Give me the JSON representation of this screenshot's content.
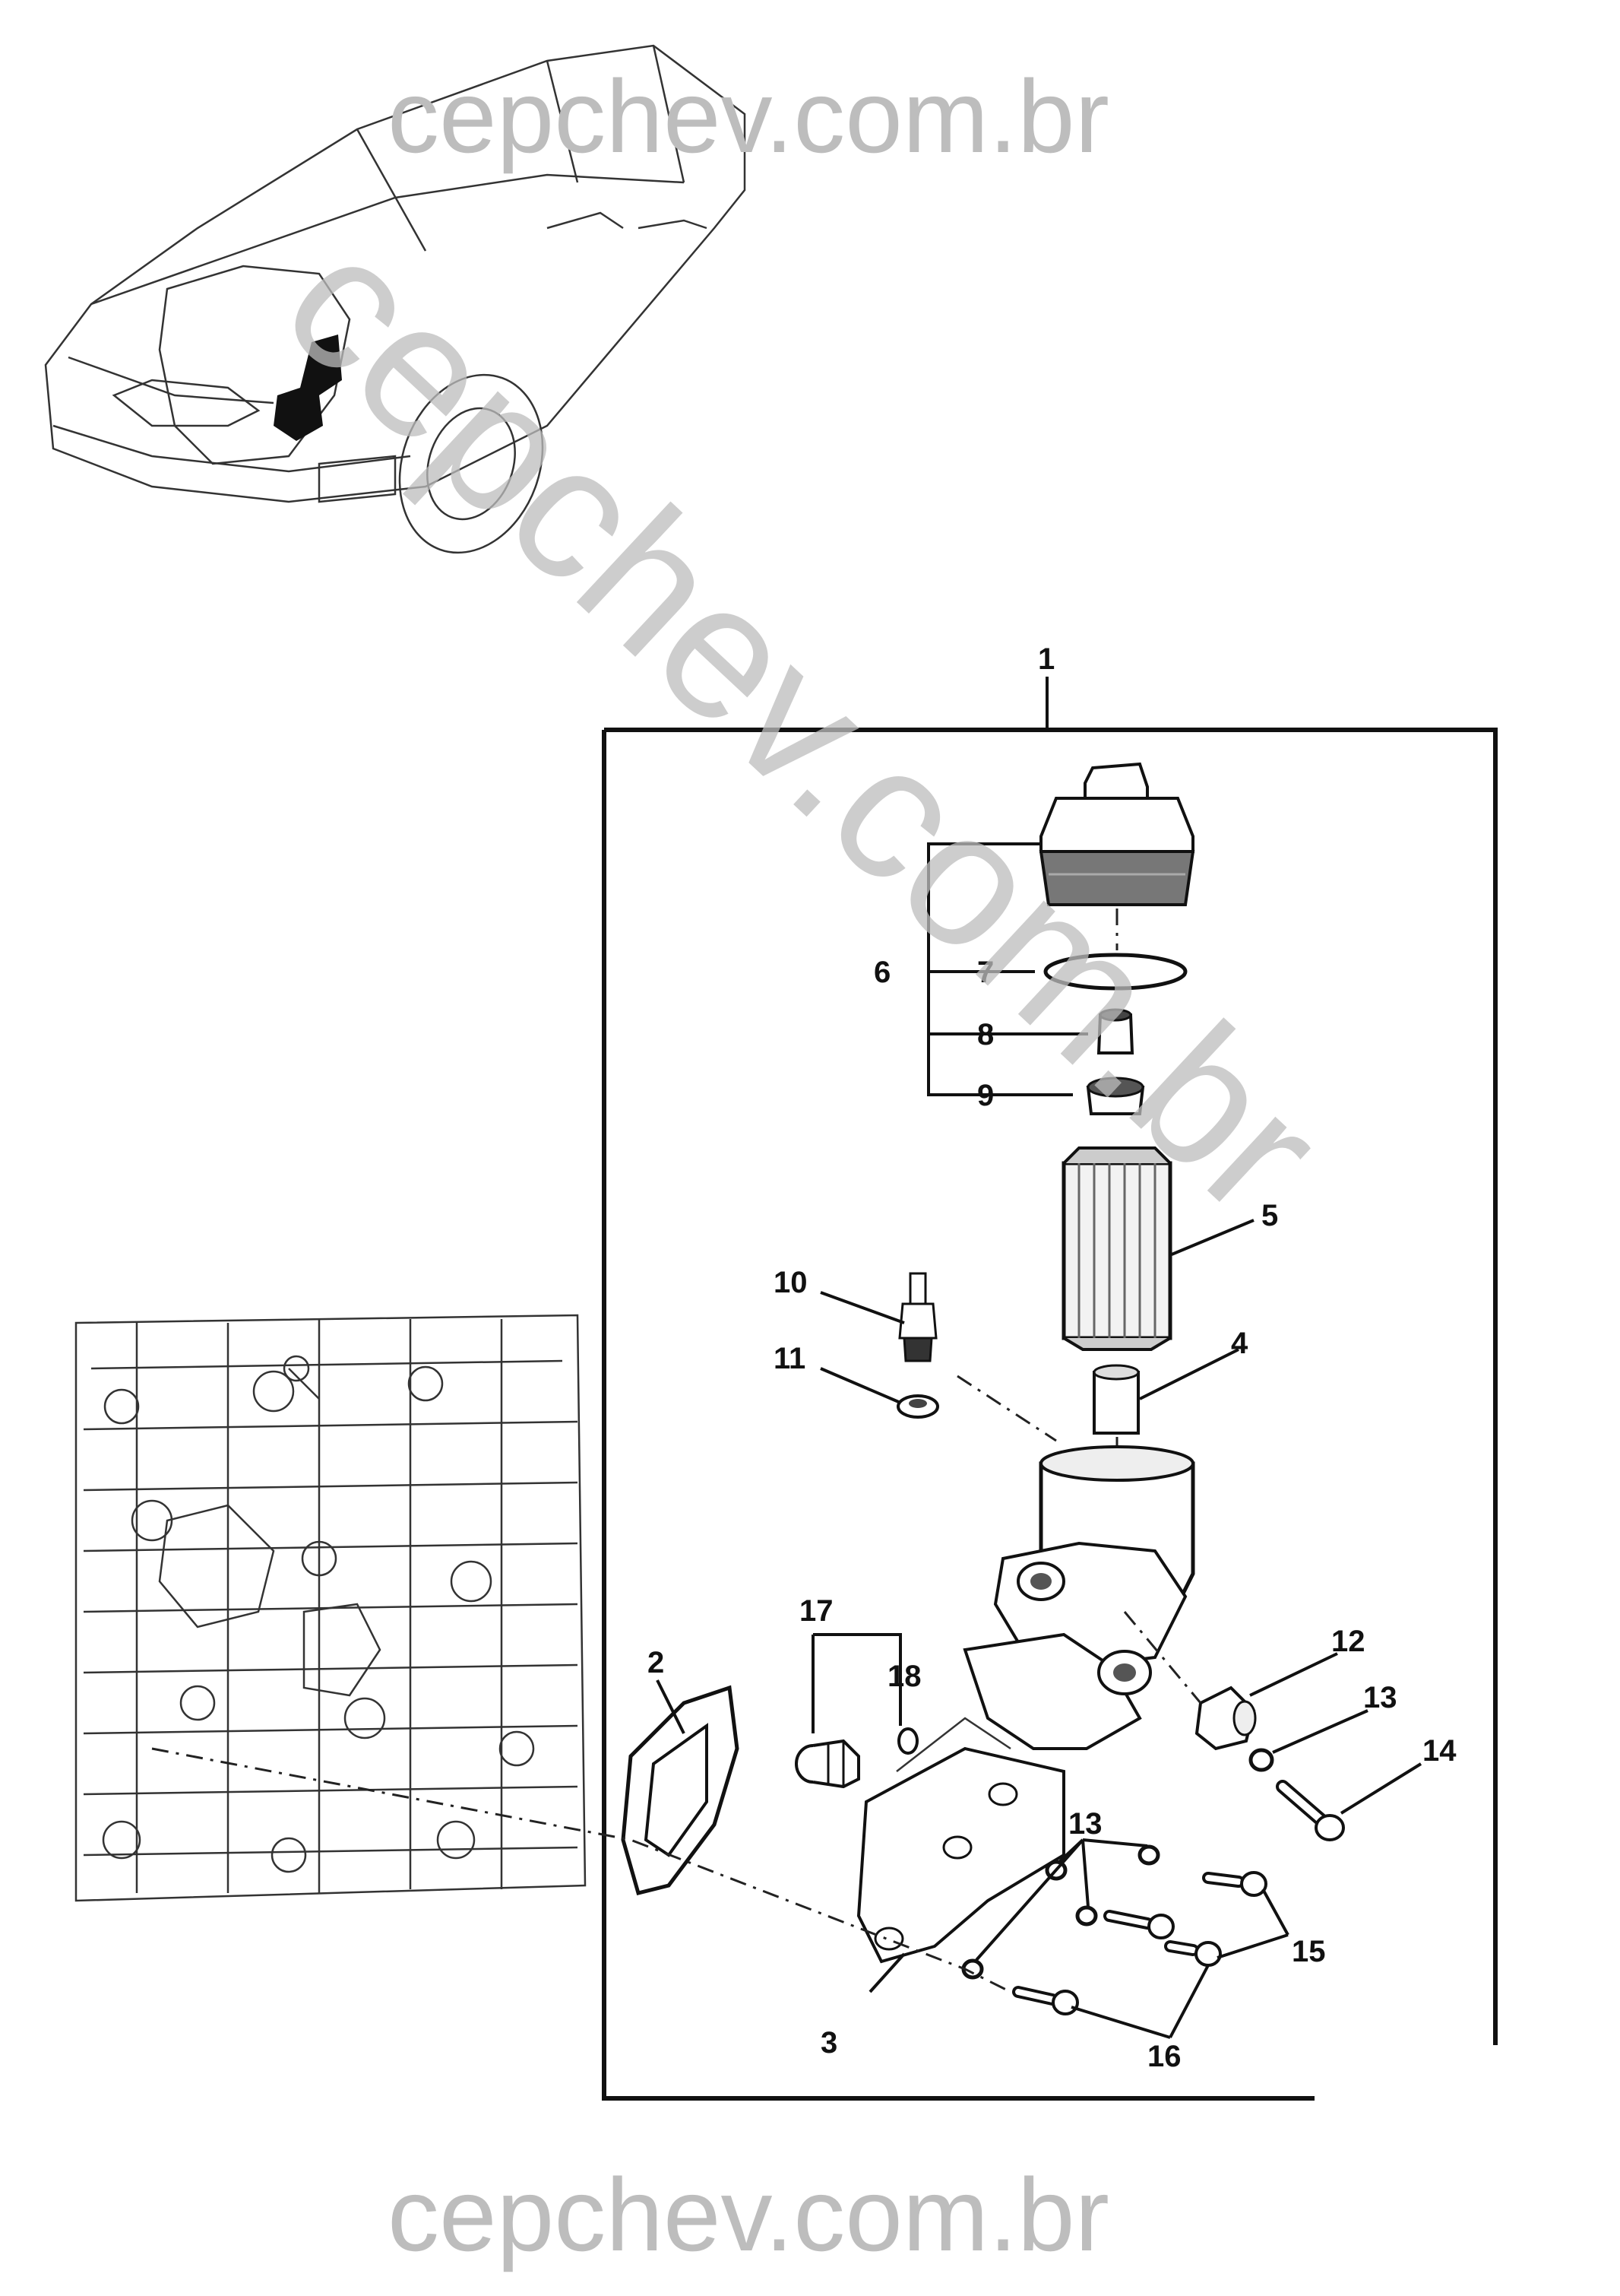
{
  "watermark": {
    "top": "cepchev.com.br",
    "bottom": "cepchev.com.br",
    "diagonal": "cepchev.com.br"
  },
  "callouts": {
    "c1": "1",
    "c2": "2",
    "c3": "3",
    "c4": "4",
    "c5": "5",
    "c6": "6",
    "c7": "7",
    "c8": "8",
    "c9": "9",
    "c10": "10",
    "c11": "11",
    "c12": "12",
    "c13a": "13",
    "c13b": "13",
    "c14": "14",
    "c15": "15",
    "c16": "16",
    "c17": "17",
    "c18": "18"
  }
}
